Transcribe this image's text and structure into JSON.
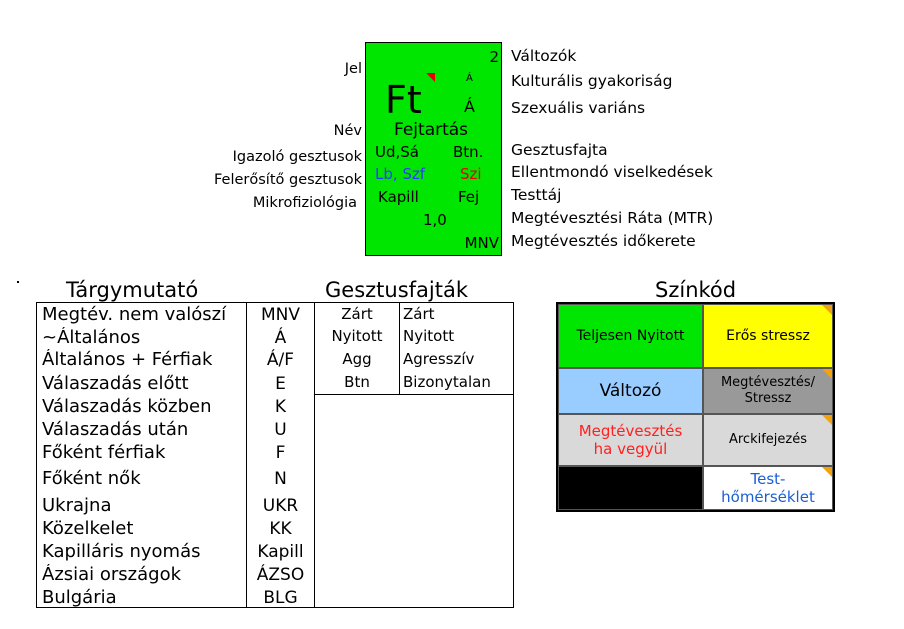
{
  "card": {
    "symbol": "Ft",
    "number": "2",
    "small_a": "Á",
    "big_a": "Á",
    "name": "Fejtartás",
    "confirm": "Ud,Sá",
    "type": "Btn.",
    "amplify": "Lb, Szf",
    "contradict": "Szi",
    "micro": "Kapill",
    "body": "Fej",
    "rate": "1,0",
    "timeframe": "MNV"
  },
  "labels_left": {
    "jel": "Jel",
    "nev": "Név",
    "igazolo": "Igazoló gesztusok",
    "felerosito": "Felerősítő gesztusok",
    "mikro": "Mikrofiziológia"
  },
  "labels_right": {
    "valtozok": "Változók",
    "kulturalis": "Kulturális gyakoriság",
    "szexualis": "Szexuális variáns",
    "gesztusfajta": "Gesztusfajta",
    "ellentmondo": "Ellentmondó viselkedések",
    "testtaj": "Testtáj",
    "mtr": "Megtévesztési Ráta (MTR)",
    "idokeret": "Megtévesztés időkerete"
  },
  "index": {
    "title": "Tárgymutató",
    "rows": [
      {
        "name": "Megtév. nem valószí",
        "abbr": "MNV"
      },
      {
        "name": "~Általános",
        "abbr": "Á"
      },
      {
        "name": "Általános + Férfiak",
        "abbr": "Á/F"
      },
      {
        "name": "Válaszadás előtt",
        "abbr": "E"
      },
      {
        "name": "Válaszadás közben",
        "abbr": "K"
      },
      {
        "name": "Válaszadás után",
        "abbr": "U"
      },
      {
        "name": "Főként férfiak",
        "abbr": "F"
      },
      {
        "name": "Főként nők",
        "abbr": "N"
      },
      {
        "name": "Ukrajna",
        "abbr": "UKR"
      },
      {
        "name": "Közelkelet",
        "abbr": "KK"
      },
      {
        "name": "Kapilláris nyomás",
        "abbr": "Kapill"
      },
      {
        "name": "Ázsiai országok",
        "abbr": "ÁZSO"
      },
      {
        "name": "Bulgária",
        "abbr": "BLG"
      }
    ]
  },
  "gestures": {
    "title": "Gesztusfajták",
    "rows": [
      {
        "short": "Zárt",
        "full": "Zárt"
      },
      {
        "short": "Nyitott",
        "full": "Nyitott"
      },
      {
        "short": "Agg",
        "full": "Agresszív"
      },
      {
        "short": "Btn",
        "full": "Bizonytalan"
      }
    ]
  },
  "colorcode": {
    "title": "Színkód",
    "cells": [
      {
        "label": "Teljesen Nyitott",
        "bg": "#00e600",
        "fg": "#000000"
      },
      {
        "label": "Erős stressz",
        "bg": "#ffff00",
        "fg": "#000000"
      },
      {
        "label": "Változó",
        "bg": "#99ccff",
        "fg": "#000000"
      },
      {
        "label": "Megtévesztés/ Stressz",
        "bg": "#999999",
        "fg": "#000000"
      },
      {
        "label": "Megtévesztés ha vegyül",
        "bg": "#d9d9d9",
        "fg": "#ff2020"
      },
      {
        "label": "Arckifejezés",
        "bg": "#d9d9d9",
        "fg": "#000000"
      },
      {
        "label": "",
        "bg": "#000000",
        "fg": "#000000"
      },
      {
        "label": "Test-hőmérséklet",
        "bg": "#ffffff",
        "fg": "#1a5fd6"
      }
    ]
  },
  "colors": {
    "green": "#00e600",
    "amplify_text": "#2a3cff",
    "contradict_text": "#e60000",
    "marker_red": "#e60000",
    "corner_orange": "#f2a20c"
  }
}
